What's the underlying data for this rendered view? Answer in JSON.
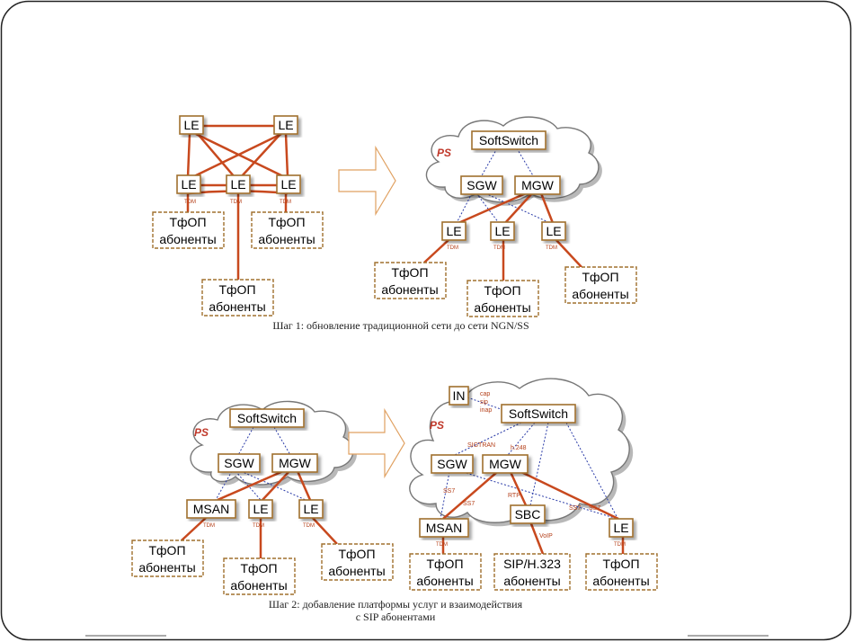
{
  "labels": {
    "le": "LE",
    "softswitch": "SoftSwitch",
    "sgw": "SGW",
    "mgw": "MGW",
    "msan": "MSAN",
    "sbc": "SBC",
    "in": "IN",
    "tdm": "TDM",
    "ps": "PS",
    "tfop": "ТфОП",
    "abonenty": "абоненты",
    "sip_h323": "SIP/H.323",
    "cap": "cap",
    "sip": "sip",
    "inap": "inap",
    "sigtran": "SIGTRAN",
    "h248": "h.248",
    "ss7": "SS7",
    "rtp": "RTP",
    "voip": "VoIP"
  },
  "captions": {
    "step1": "Шаг 1: обновление традиционной сети до сети NGN/SS",
    "step2_line1": "Шаг 2: добавление платформы услуг и взаимодействия",
    "step2_line2": "с SIP абонентами"
  }
}
